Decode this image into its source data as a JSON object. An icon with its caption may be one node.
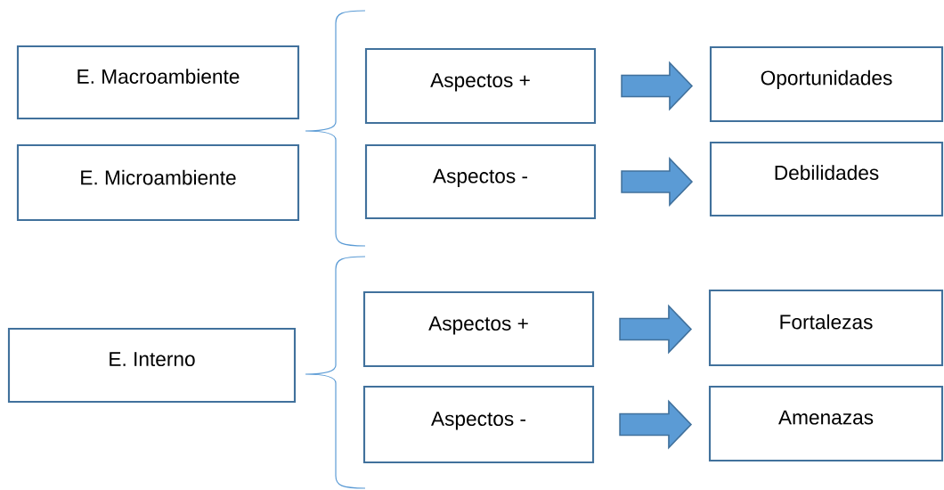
{
  "diagram": {
    "nodes": [
      {
        "text": [
          "E. Macroambiente"
        ]
      },
      {
        "text": [
          "E. Microambiente"
        ]
      },
      {
        "text": [
          "E. Interno"
        ]
      },
      {
        "text": [
          "Aspectos +"
        ]
      },
      {
        "text": [
          "Aspectos -"
        ]
      },
      {
        "text": [
          "Aspectos +"
        ]
      },
      {
        "text": [
          "Aspectos -"
        ]
      },
      {
        "text": [
          "Oportunidades"
        ]
      },
      {
        "text": [
          "Debilidades"
        ]
      },
      {
        "text": [
          "Fortalezas"
        ]
      },
      {
        "text": [
          "Amenazas"
        ]
      }
    ],
    "edges": [
      {
        "from": 3,
        "to": 7,
        "arrow": "to"
      },
      {
        "from": 4,
        "to": 8,
        "arrow": "to"
      },
      {
        "from": 5,
        "to": 9,
        "arrow": "to"
      },
      {
        "from": 6,
        "to": 10,
        "arrow": "to"
      }
    ]
  }
}
